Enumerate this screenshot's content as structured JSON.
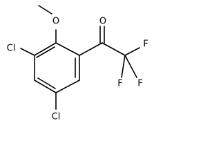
{
  "molecule": {
    "atoms": {
      "o_methoxy": "O",
      "o_carbonyl": "O",
      "cl_top": "Cl",
      "cl_bottom": "Cl",
      "f_right": "F",
      "f_bottom_left": "F",
      "f_bottom_right": "F"
    }
  }
}
